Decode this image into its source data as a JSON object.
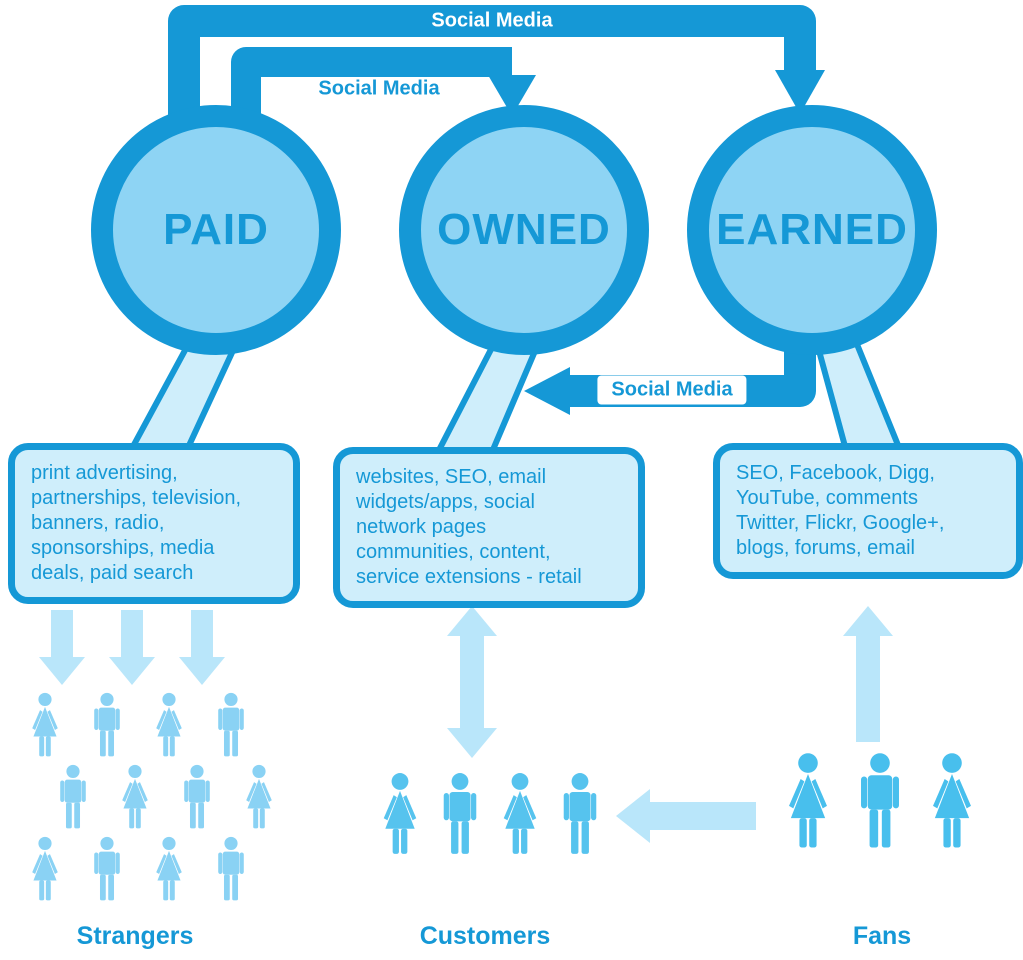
{
  "colors": {
    "main": "#1598d6",
    "circle-fill": "#8ed4f4",
    "box-fill": "#cfeefb",
    "pale-arrow": "#b9e6fa",
    "label-on-bar": "#ffffff",
    "people-strangers": "#8ad2f4",
    "people-customers": "#56c3ee",
    "people-fans": "#48bfed"
  },
  "circles": [
    {
      "label": "PAID"
    },
    {
      "label": "OWNED"
    },
    {
      "label": "EARNED"
    }
  ],
  "arrows": {
    "paid_to_earned_label": "Social Media",
    "paid_to_owned_label": "Social Media",
    "earned_to_owned_label": "Social Media"
  },
  "callouts": {
    "paid": "print advertising,\npartnerships, television,\nbanners, radio,\nsponsorships, media\ndeals, paid search",
    "owned": "websites, SEO, email\nwidgets/apps, social\nnetwork pages\ncommunities, content,\nservice extensions - retail",
    "earned": "SEO, Facebook, Digg,\nYouTube, comments\nTwitter, Flickr, Google+,\nblogs, forums, email"
  },
  "groups": {
    "strangers": {
      "label": "Strangers"
    },
    "customers": {
      "label": "Customers"
    },
    "fans": {
      "label": "Fans"
    }
  },
  "people": {
    "strangers": [
      [
        "f",
        "m",
        "f",
        "m"
      ],
      [
        "m",
        "f",
        "m",
        "f"
      ],
      [
        "f",
        "m",
        "f",
        "m"
      ]
    ],
    "customers": [
      [
        "f",
        "m",
        "f",
        "m"
      ]
    ],
    "fans": [
      [
        "f",
        "m",
        "f"
      ]
    ]
  }
}
